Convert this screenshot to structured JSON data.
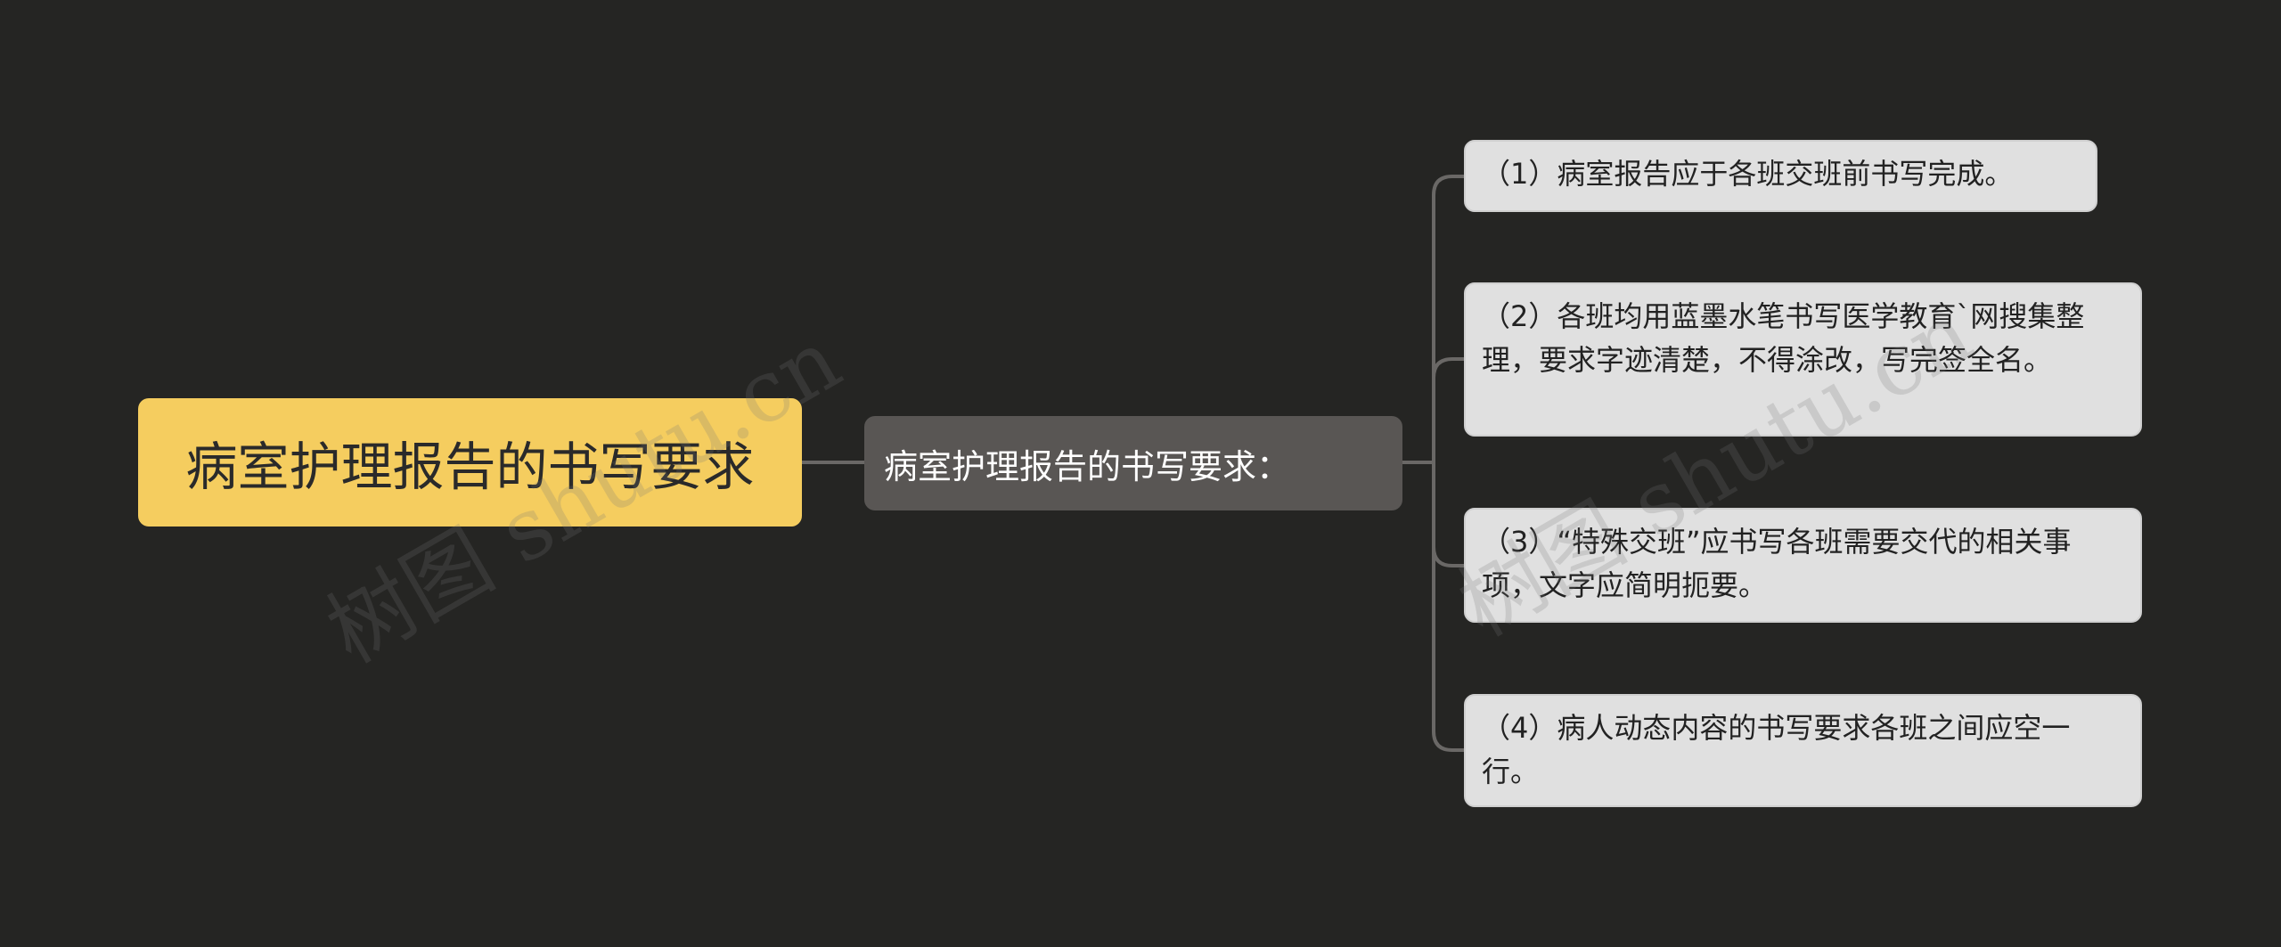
{
  "root": {
    "label": "病室护理报告的书写要求"
  },
  "sub": {
    "label": "病室护理报告的书写要求："
  },
  "leaves": [
    {
      "label": "（1）病室报告应于各班交班前书写完成。"
    },
    {
      "label": "（2）各班均用蓝墨水笔书写医学教育`网搜集整理，要求字迹清楚，不得涂改，写完签全名。"
    },
    {
      "label": "（3）“特殊交班”应书写各班需要交代的相关事项，文字应简明扼要。"
    },
    {
      "label": "（4）病人动态内容的书写要求各班之间应空一行。"
    }
  ],
  "watermark": "树图 shutu.cn",
  "colors": {
    "background": "#252523",
    "root": "#f5cd5f",
    "sub": "#595654",
    "leaf": "#e0e0e0",
    "connector": "#6a6866"
  }
}
